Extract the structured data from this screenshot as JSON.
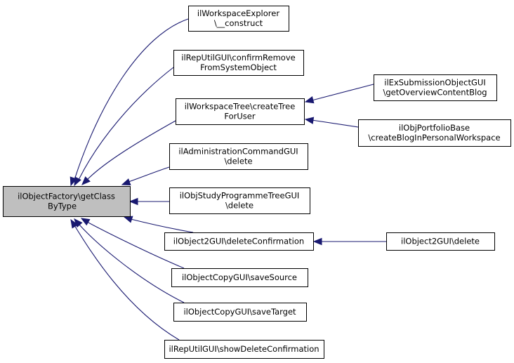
{
  "graph": {
    "root": {
      "id": "root",
      "lines": [
        "ilObjectFactory\\getClass",
        "ByType"
      ]
    },
    "nodes": [
      {
        "id": "n1",
        "lines": [
          "ilWorkspaceExplorer",
          "\\__construct"
        ]
      },
      {
        "id": "n2",
        "lines": [
          "ilRepUtilGUI\\confirmRemove",
          "FromSystemObject"
        ]
      },
      {
        "id": "n3",
        "lines": [
          "ilWorkspaceTree\\createTree",
          "ForUser"
        ]
      },
      {
        "id": "n4",
        "lines": [
          "ilAdministrationCommandGUI",
          "\\delete"
        ]
      },
      {
        "id": "n5",
        "lines": [
          "ilObjStudyProgrammeTreeGUI",
          "\\delete"
        ]
      },
      {
        "id": "n6",
        "lines": [
          "ilObject2GUI\\deleteConfirmation"
        ]
      },
      {
        "id": "n7",
        "lines": [
          "ilObjectCopyGUI\\saveSource"
        ]
      },
      {
        "id": "n8",
        "lines": [
          "ilObjectCopyGUI\\saveTarget"
        ]
      },
      {
        "id": "n9",
        "lines": [
          "ilRepUtilGUI\\showDeleteConfirmation"
        ]
      },
      {
        "id": "n10",
        "lines": [
          "ilExSubmissionObjectGUI",
          "\\getOverviewContentBlog"
        ]
      },
      {
        "id": "n11",
        "lines": [
          "ilObjPortfolioBase",
          "\\createBlogInPersonalWorkspace"
        ]
      },
      {
        "id": "n12",
        "lines": [
          "ilObject2GUI\\delete"
        ]
      }
    ],
    "edges": [
      {
        "from": "n1",
        "to": "root"
      },
      {
        "from": "n2",
        "to": "root"
      },
      {
        "from": "n3",
        "to": "root"
      },
      {
        "from": "n4",
        "to": "root"
      },
      {
        "from": "n5",
        "to": "root"
      },
      {
        "from": "n6",
        "to": "root"
      },
      {
        "from": "n7",
        "to": "root"
      },
      {
        "from": "n8",
        "to": "root"
      },
      {
        "from": "n9",
        "to": "root"
      },
      {
        "from": "n10",
        "to": "n3"
      },
      {
        "from": "n11",
        "to": "n3"
      },
      {
        "from": "n12",
        "to": "n6"
      }
    ],
    "colors": {
      "edge": "#191970",
      "root_fill": "#bfbfbf",
      "node_fill": "#ffffff",
      "border": "#000000"
    }
  }
}
